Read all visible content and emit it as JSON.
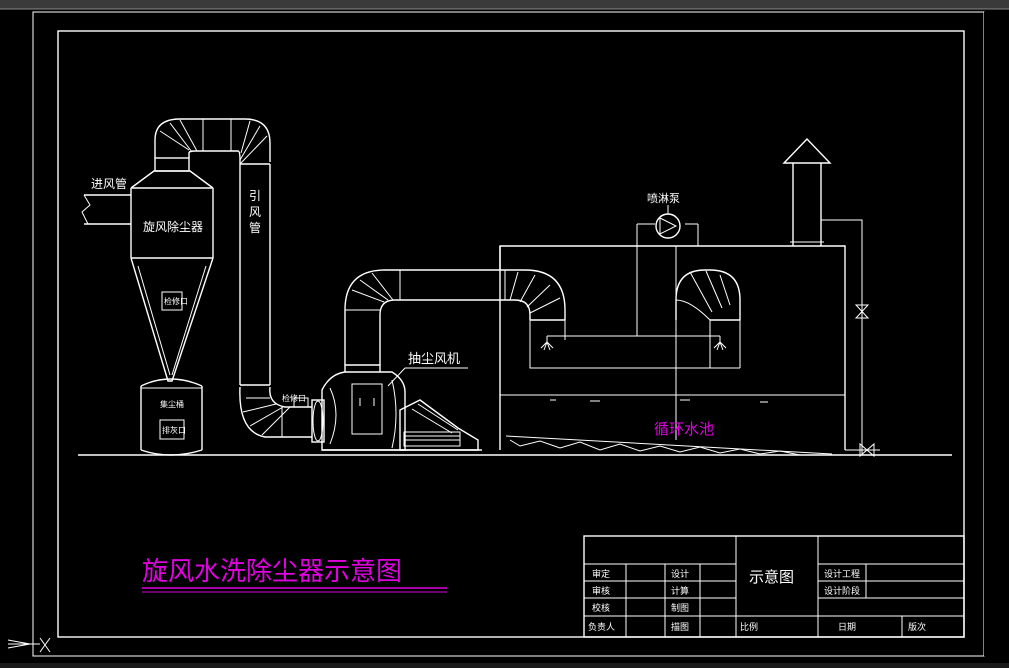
{
  "labels": {
    "inlet_pipe": "进风管",
    "cyclone": "旋风除尘器",
    "cyclone_inspection_port": "检修口",
    "dust_bin": "集尘桶",
    "ash_outlet": "排灰口",
    "duct_char1": "引",
    "duct_char2": "风",
    "duct_char3": "管",
    "fan_inspection_port": "检修口",
    "fan": "抽尘风机",
    "spray_pump": "喷淋泵",
    "water_tank": "循环水池"
  },
  "drawing_title": "旋风水洗除尘器示意图",
  "title_block": {
    "center_title": "示意图",
    "r1c1": "审定",
    "r1c3": "设计",
    "r2c1": "审核",
    "r2c3": "计算",
    "r3c1": "校核",
    "r3c3": "制图",
    "r4c1": "负责人",
    "r4c3": "描图",
    "scale": "比例",
    "design_project": "设计工程",
    "design_stage": "设计阶段",
    "date": "日期",
    "revision": "版次"
  },
  "colors": {
    "background": "#000000",
    "lines": "#ffffff",
    "highlight": "#e000e0"
  }
}
